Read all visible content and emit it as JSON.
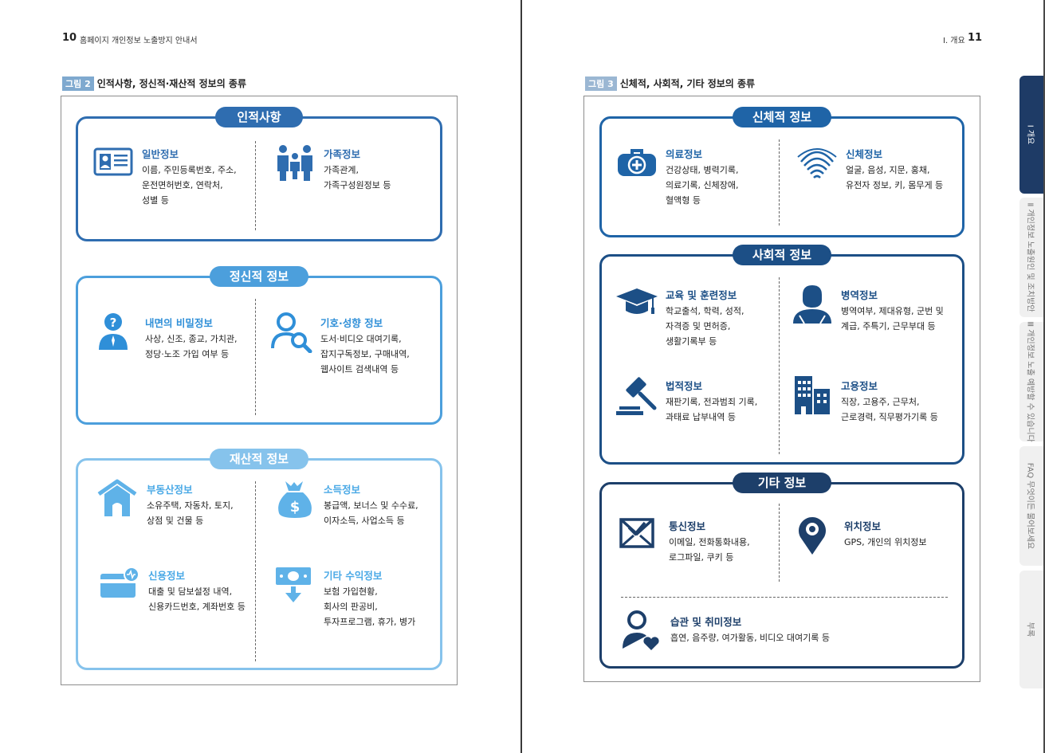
{
  "left_page": {
    "page_number": "10",
    "running_head": "홈페이지 개인정보 노출방지 안내서",
    "figure": {
      "tag": "그림 2",
      "title": "인적사항, 정신적·재산적 정보의 종류"
    },
    "panels": [
      {
        "title": "인적사항",
        "items": [
          {
            "icon": "id-card-icon",
            "title": "일반정보",
            "lines": [
              "이름, 주민등록번호, 주소,",
              "운전면허번호, 연락처,",
              "성별 등"
            ]
          },
          {
            "icon": "family-icon",
            "title": "가족정보",
            "lines": [
              "가족관계,",
              "가족구성원정보 등"
            ]
          }
        ]
      },
      {
        "title": "정신적 정보",
        "items": [
          {
            "icon": "question-person-icon",
            "title": "내면의 비밀정보",
            "lines": [
              "사상, 신조, 종교, 가치관,",
              "정당·노조 가입 여부 등"
            ]
          },
          {
            "icon": "person-search-icon",
            "title": "기호·성향 정보",
            "lines": [
              "도서·비디오 대여기록,",
              "잡지구독정보, 구매내역,",
              "웹사이트 검색내역 등"
            ]
          }
        ]
      },
      {
        "title": "재산적 정보",
        "items": [
          {
            "icon": "house-icon",
            "title": "부동산정보",
            "lines": [
              "소유주택, 자동차, 토지,",
              "상점 및 건물 등"
            ]
          },
          {
            "icon": "money-bag-icon",
            "title": "소득정보",
            "lines": [
              "봉급액, 보너스 및 수수료,",
              "이자소득, 사업소득 등"
            ]
          },
          {
            "icon": "credit-card-icon",
            "title": "신용정보",
            "lines": [
              "대출 및 담보설정 내역,",
              "신용카드번호, 계좌번호 등"
            ]
          },
          {
            "icon": "banknote-icon",
            "title": "기타 수익정보",
            "lines": [
              "보험 가입현황,",
              "회사의 판공비,",
              "투자프로그램, 휴가, 병가"
            ]
          }
        ]
      }
    ]
  },
  "right_page": {
    "page_number": "11",
    "running_head": "Ⅰ. 개요",
    "figure": {
      "tag": "그림 3",
      "title": "신체적, 사회적, 기타 정보의 종류"
    },
    "panels": [
      {
        "title": "신체적 정보",
        "items": [
          {
            "icon": "medical-kit-icon",
            "title": "의료정보",
            "lines": [
              "건강상태, 병력기록,",
              "의료기록, 신체장애,",
              "혈액형 등"
            ]
          },
          {
            "icon": "fingerprint-icon",
            "title": "신체정보",
            "lines": [
              "얼굴, 음성, 지문, 홍채,",
              "유전자 정보, 키, 몸무게 등"
            ]
          }
        ]
      },
      {
        "title": "사회적 정보",
        "items": [
          {
            "icon": "graduation-cap-icon",
            "title": "교육 및 훈련정보",
            "lines": [
              "학교출석, 학력, 성적,",
              "자격증 및 면허증,",
              "생활기록부 등"
            ]
          },
          {
            "icon": "soldier-icon",
            "title": "병역정보",
            "lines": [
              "병역여부, 제대유형, 군번 및",
              "계급, 주특기, 근무부대 등"
            ]
          },
          {
            "icon": "gavel-icon",
            "title": "법적정보",
            "lines": [
              "재판기록, 전과범죄 기록,",
              "과태료 납부내역 등"
            ]
          },
          {
            "icon": "building-icon",
            "title": "고용정보",
            "lines": [
              "직장, 고용주, 근무처,",
              "근로경력, 직무평가기록 등"
            ]
          }
        ]
      },
      {
        "title": "기타 정보",
        "items": [
          {
            "icon": "mail-check-icon",
            "title": "통신정보",
            "lines": [
              "이메일, 전화통화내용,",
              "로그파일, 쿠키 등"
            ]
          },
          {
            "icon": "location-pin-icon",
            "title": "위치정보",
            "lines": [
              "GPS, 개인의 위치정보"
            ]
          },
          {
            "icon": "person-heart-icon",
            "title": "습관 및 취미정보",
            "lines": [
              "흡연, 음주량, 여가활동, 비디오 대여기록 등"
            ]
          }
        ]
      }
    ],
    "side_tabs": [
      {
        "label": "Ⅰ 개요",
        "active": true
      },
      {
        "label": "Ⅱ 개인정보 노출원인 및 조치방안",
        "active": false
      },
      {
        "label": "Ⅲ 개인정보 노출 예방할 수 있습니다",
        "active": false
      },
      {
        "label": "FAQ 무엇이든 물어보세요",
        "active": false
      },
      {
        "label": "부록",
        "active": false
      }
    ]
  },
  "colors": {
    "panel_1": "#2f6db0",
    "panel_2": "#4c9fdc",
    "panel_3": "#86c3ec",
    "panel_4": "#1f64a7",
    "panel_5": "#1c4f86",
    "panel_6": "#1d3f6a",
    "figure_tag": "#7fa9cf",
    "active_tab": "#1e3b66"
  }
}
